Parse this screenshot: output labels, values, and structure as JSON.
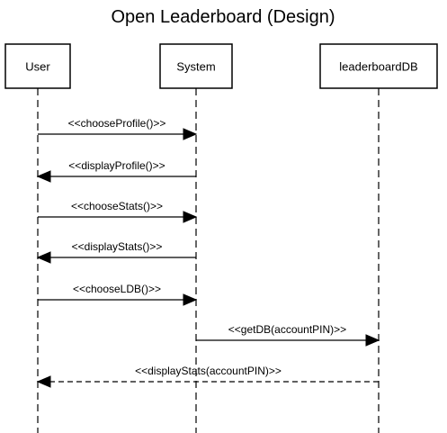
{
  "diagram": {
    "title": "Open Leaderboard (Design)",
    "participants": [
      {
        "id": "user",
        "label": "User"
      },
      {
        "id": "system",
        "label": "System"
      },
      {
        "id": "db",
        "label": "leaderboardDB"
      }
    ],
    "messages": [
      {
        "label": "<<chooseProfile()>>",
        "from": "user",
        "to": "system",
        "style": "solid"
      },
      {
        "label": "<<displayProfile()>>",
        "from": "system",
        "to": "user",
        "style": "solid"
      },
      {
        "label": "<<chooseStats()>>",
        "from": "user",
        "to": "system",
        "style": "solid"
      },
      {
        "label": "<<displayStats()>>",
        "from": "system",
        "to": "user",
        "style": "solid"
      },
      {
        "label": "<<chooseLDB()>>",
        "from": "user",
        "to": "system",
        "style": "solid"
      },
      {
        "label": "<<getDB(accountPIN)>>",
        "from": "system",
        "to": "db",
        "style": "solid"
      },
      {
        "label": "<<displayStats(accountPIN)>>",
        "from": "db",
        "to": "user",
        "style": "dashed"
      }
    ]
  }
}
